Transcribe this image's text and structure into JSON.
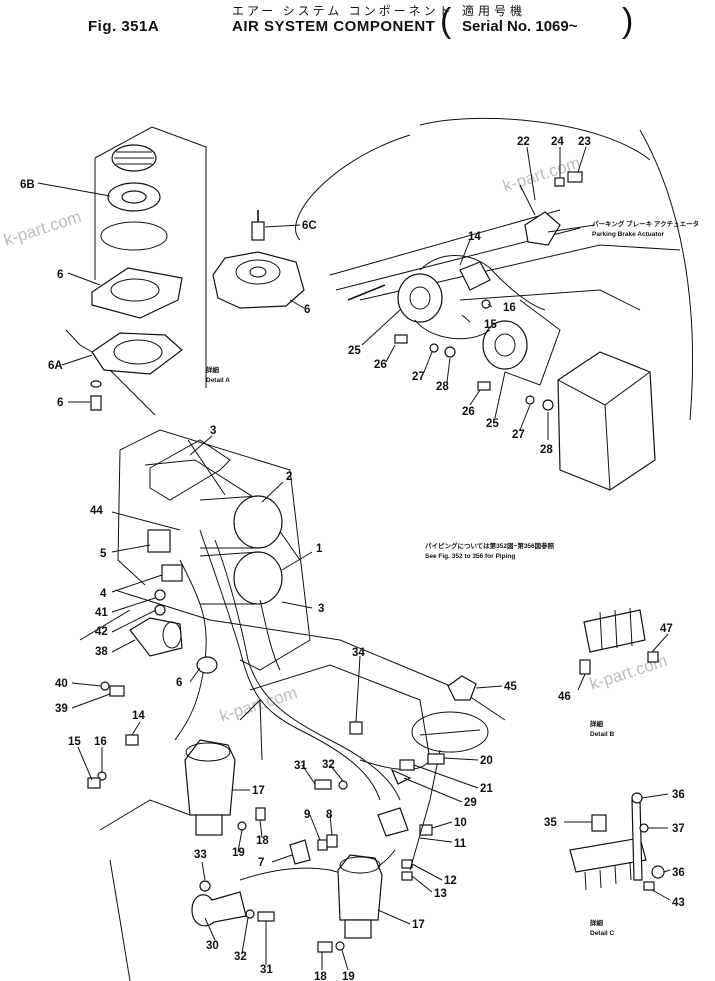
{
  "header": {
    "fig_label": "Fig. 351A",
    "title_jp": "エアー システム コンポーネント",
    "title_en": "AIR SYSTEM COMPONENT",
    "serial_jp": "適用号機",
    "serial_en": "Serial No. 1069~"
  },
  "notes": {
    "detail_a_jp": "詳細",
    "detail_a_en": "Detail A",
    "detail_b_jp": "詳細",
    "detail_b_en": "Detail B",
    "detail_c_jp": "詳細",
    "detail_c_en": "Detail C",
    "parking_jp": "パーキング ブレーキ アクチュエータ",
    "parking_en": "Parking Brake Actuator",
    "piping_jp": "パイピングについては第352図~第356図参照",
    "piping_en": "See Fig. 352 to 356 for Piping"
  },
  "watermark": "k-part.com",
  "callouts": [
    "6B",
    "6",
    "6A",
    "6",
    "6C",
    "6",
    "22",
    "24",
    "23",
    "14",
    "16",
    "15",
    "25",
    "26",
    "27",
    "28",
    "26",
    "25",
    "27",
    "28",
    "3",
    "2",
    "1",
    "44",
    "5",
    "4",
    "41",
    "42",
    "38",
    "3",
    "40",
    "39",
    "6",
    "14",
    "15",
    "16",
    "17",
    "18",
    "19",
    "33",
    "30",
    "32",
    "31",
    "34",
    "45",
    "20",
    "21",
    "29",
    "31",
    "32",
    "9",
    "8",
    "7",
    "10",
    "11",
    "12",
    "13",
    "17",
    "18",
    "19",
    "47",
    "46",
    "36",
    "37",
    "35",
    "36",
    "43"
  ]
}
